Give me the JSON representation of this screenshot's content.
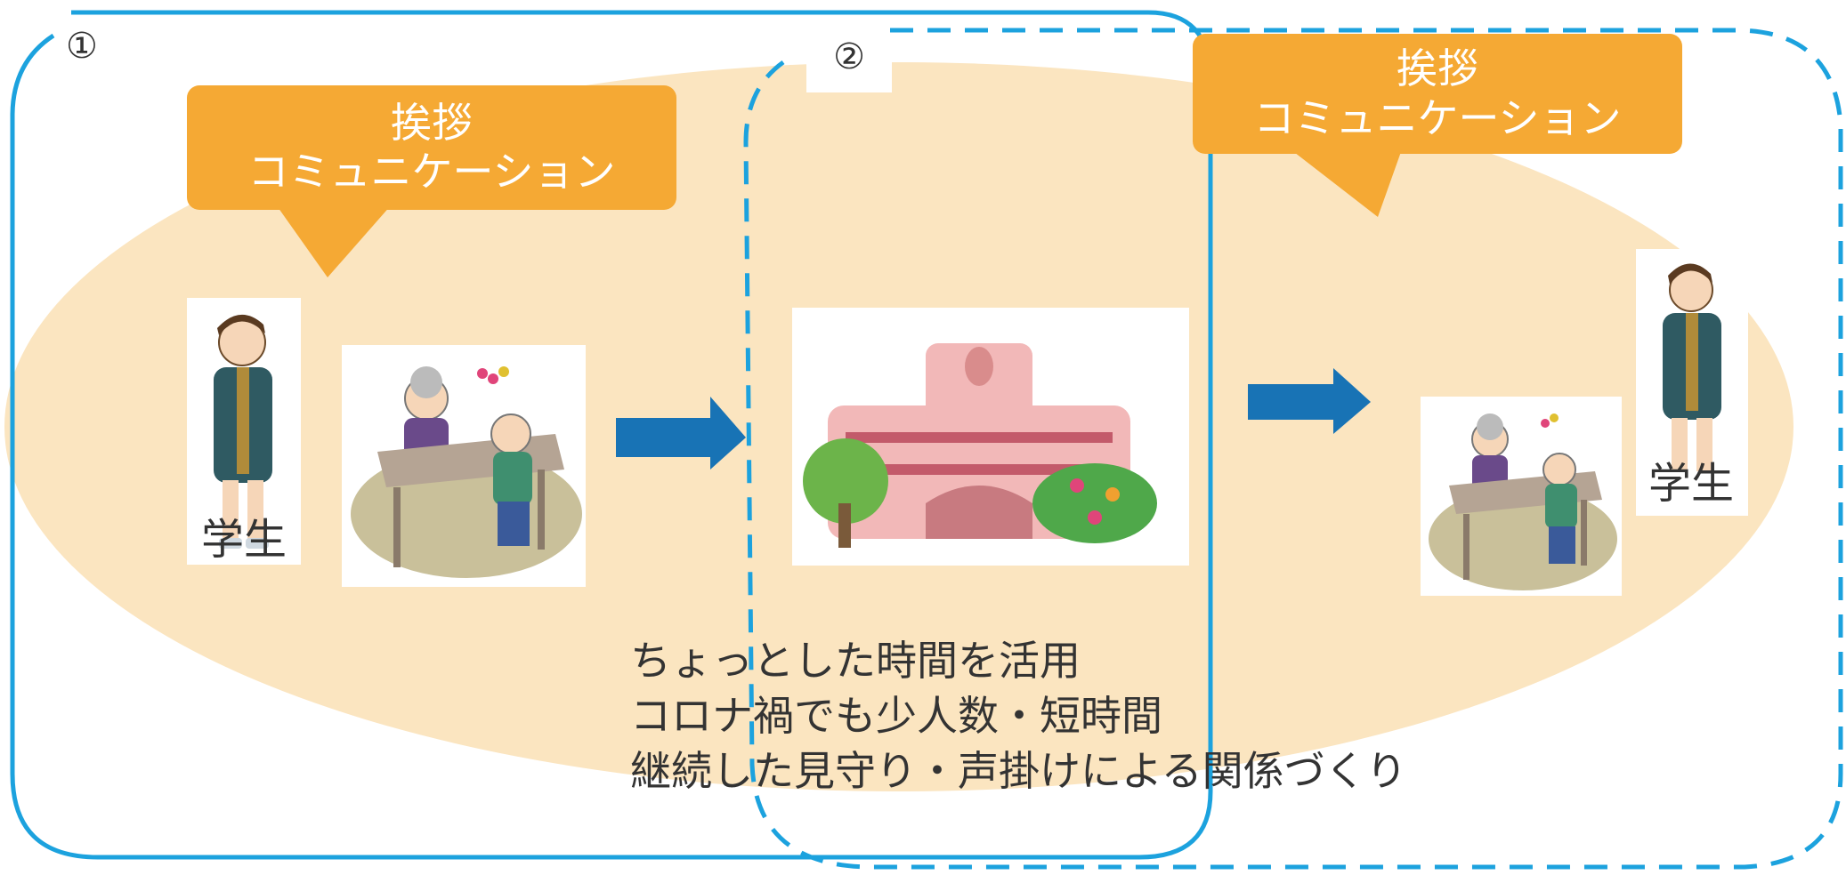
{
  "labels": {
    "step1": "①",
    "step2": "②"
  },
  "bubble_left": {
    "line1": "挨拶",
    "line2": "コミュニケーション"
  },
  "bubble_right": {
    "line1": "挨拶",
    "line2": "コミュニケーション"
  },
  "student_left": "学生",
  "student_right": "学生",
  "caption": {
    "line1": "ちょっとした時間を活用",
    "line2": "コロナ禍でも少人数・短時間",
    "line3": "継続した見守り・声掛けによる関係づくり"
  },
  "colors": {
    "ellipse": "#FBE5C0",
    "bubble": "#F5A934",
    "frame": "#1CA2DE",
    "arrow": "#1873B5"
  }
}
